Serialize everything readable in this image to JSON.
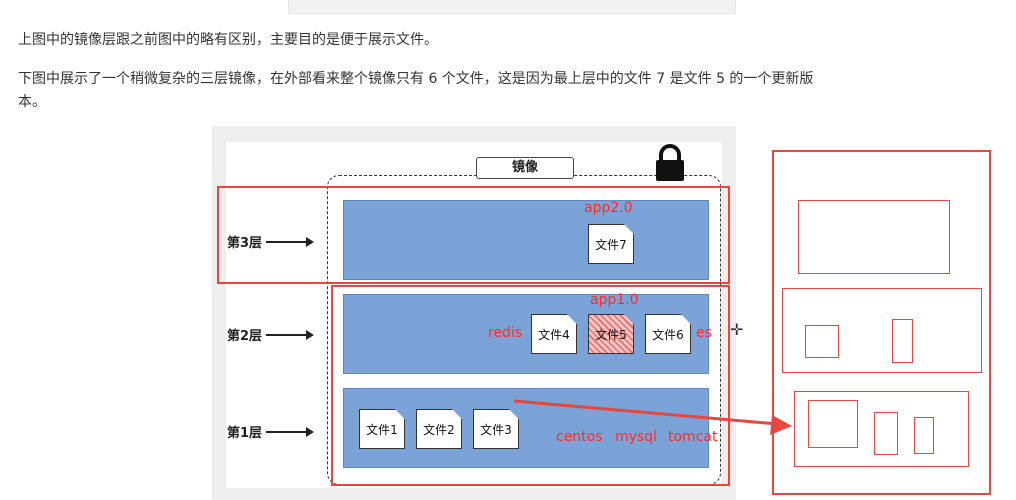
{
  "text": {
    "para1": "上图中的镜像层跟之前图中的略有区别，主要目的是便于展示文件。",
    "para2_line1": "下图中展示了一个稍微复杂的三层镜像，在外部看来整个镜像只有 6 个文件，这是因为最上层中的文件 7 是文件 5 的一个更新版",
    "para2_line2": "本。"
  },
  "diagram": {
    "image_label": "镜像",
    "layers": [
      {
        "label": "第3层",
        "files": [
          "文件7"
        ]
      },
      {
        "label": "第2层",
        "files": [
          "文件4",
          "文件5",
          "文件6"
        ]
      },
      {
        "label": "第1层",
        "files": [
          "文件1",
          "文件2",
          "文件3"
        ]
      }
    ],
    "annotations": {
      "app2": "app2.0",
      "app1": "app1.0",
      "redis": "redis",
      "es": "es",
      "centos": "centos",
      "mysql": "mysql",
      "tomcat": "tomcat"
    }
  },
  "colors": {
    "layer_fill": "#7ba3d8",
    "annotation_red": "#ff2b2b",
    "highlight_red": "#e8473d"
  },
  "icons": [
    "lock-icon",
    "crosshair-cursor-icon"
  ]
}
